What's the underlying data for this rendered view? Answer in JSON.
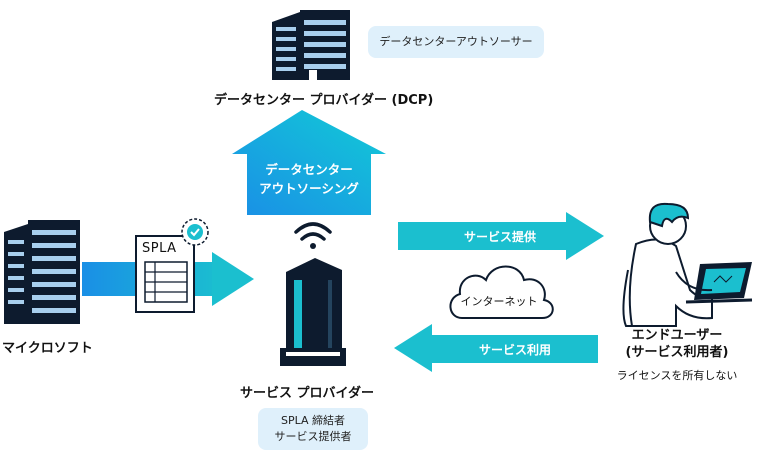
{
  "dcp": {
    "name": "データセンター プロバイダー (DCP)",
    "badge": "データセンターアウトソーサー"
  },
  "microsoft": {
    "name": "マイクロソフト"
  },
  "spla_doc": {
    "label": "SPLA"
  },
  "up_arrow": {
    "line1": "データセンター",
    "line2": "アウトソーシング"
  },
  "service_provider": {
    "name": "サービス プロバイダー",
    "badge_line1": "SPLA 締結者",
    "badge_line2": "サービス提供者"
  },
  "flows": {
    "provide": "サービス提供",
    "use": "サービス利用"
  },
  "cloud": {
    "label": "インターネット"
  },
  "end_user": {
    "line1": "エンドユーザー",
    "line2": "(サービス利用者)",
    "note": "ライセンスを所有しない"
  },
  "colors": {
    "teal": "#1bbfcf",
    "blue": "#1a8fe6",
    "navy": "#0d1b2e",
    "building_stripe": "#a8cfee",
    "badge_bg": "#dff0fb"
  }
}
